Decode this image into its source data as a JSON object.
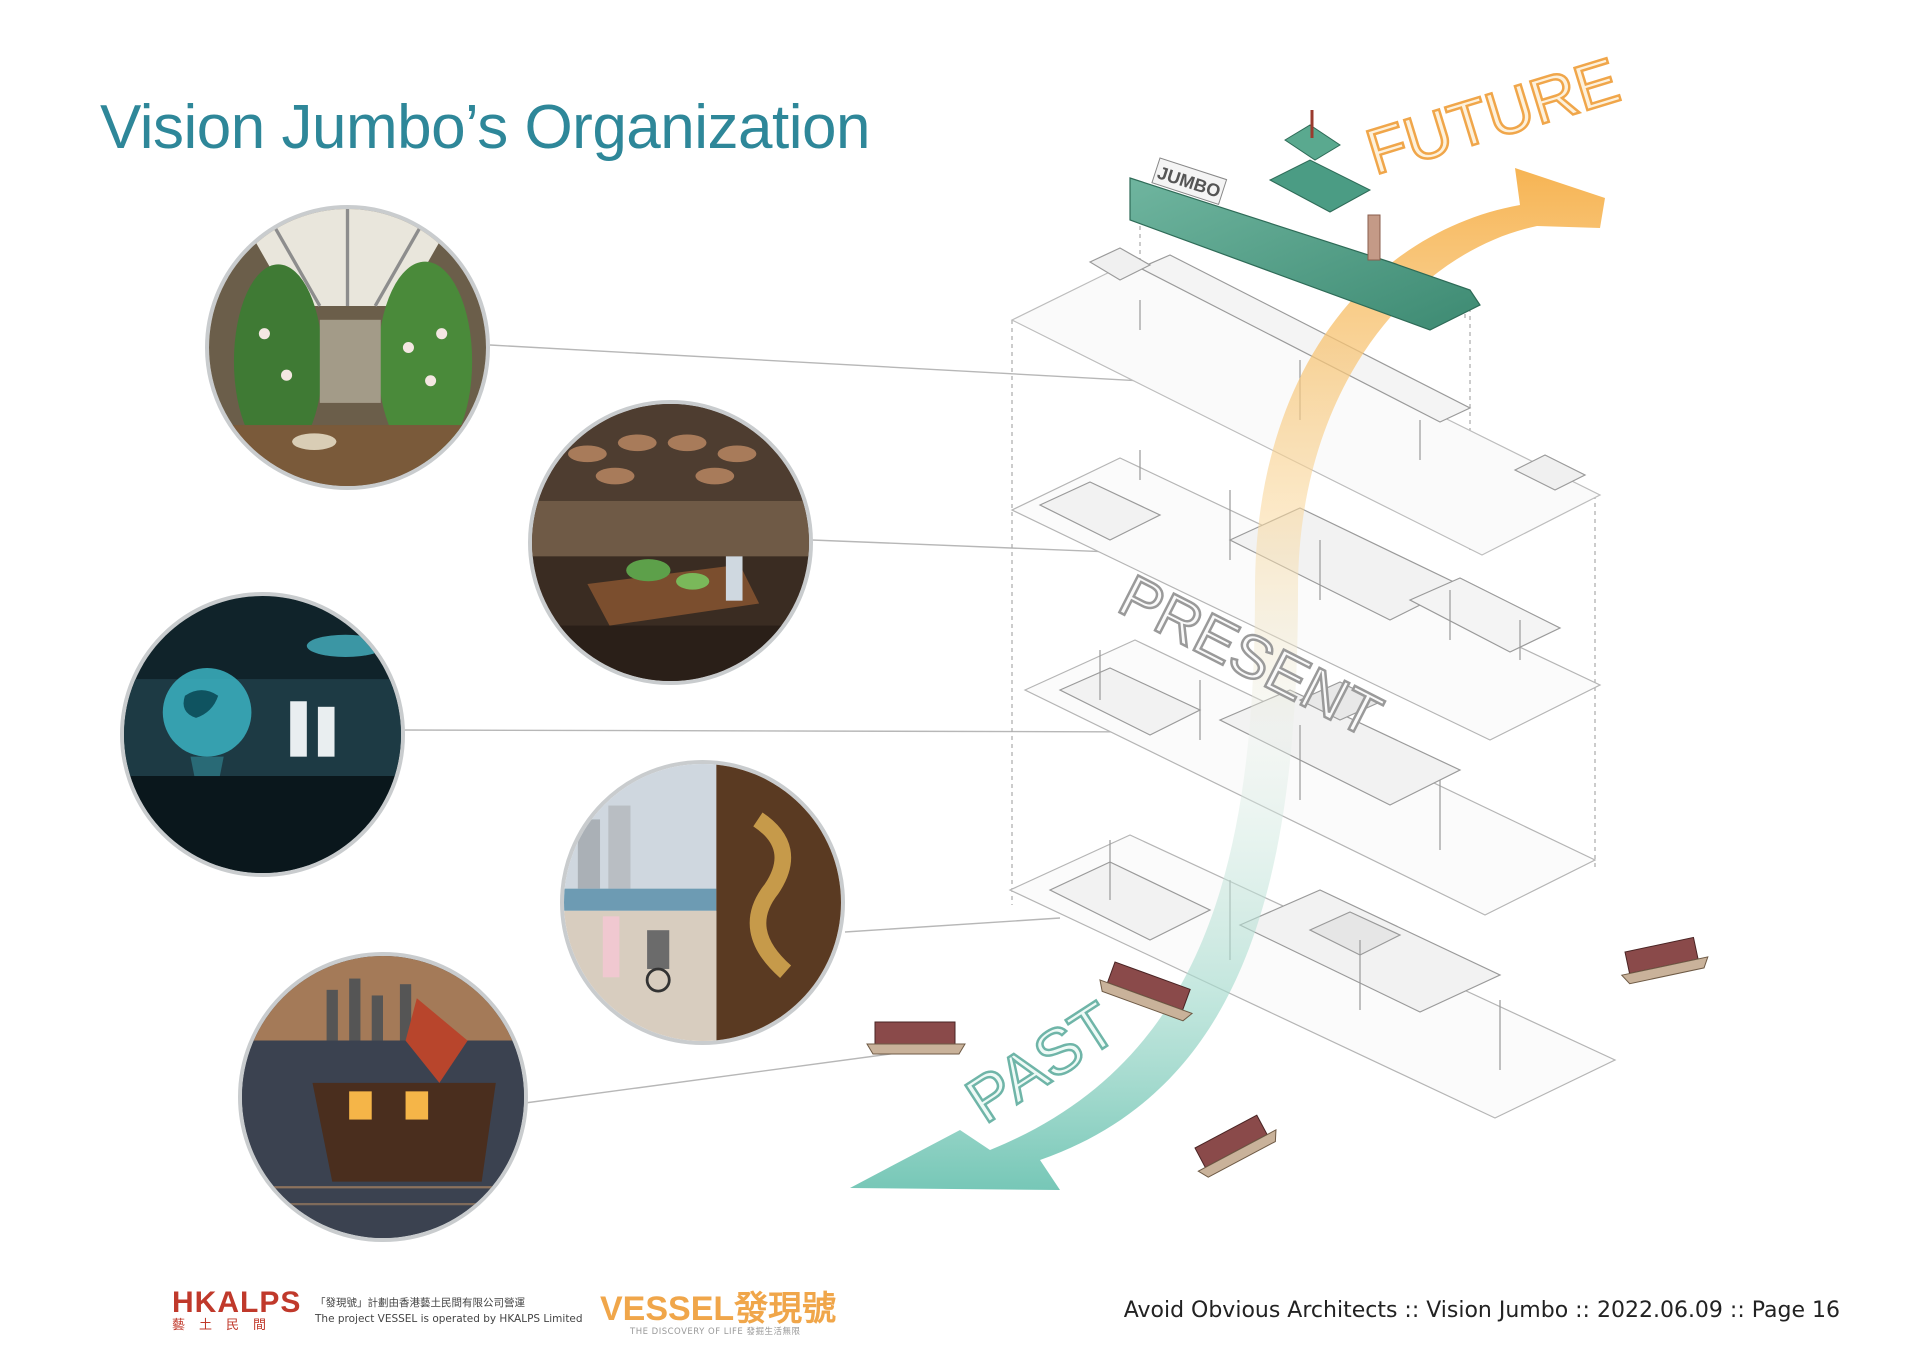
{
  "slide": {
    "title": "Vision Jumbo’s Organization"
  },
  "timeline": {
    "future": "FUTURE",
    "present": "PRESENT",
    "past": "PAST"
  },
  "boat": {
    "sign": "JUMBO"
  },
  "footer": {
    "hkalps": {
      "name": "HKALPS",
      "chinese": "藝土民間"
    },
    "operator_note": {
      "chinese": "「發現號」計劃由香港藝土民間有限公司營運",
      "english": "The project VESSEL is operated by HKALPS Limited"
    },
    "vessel": {
      "name": "VESSEL",
      "chinese": "發現號",
      "tagline": "THE DISCOVERY OF LIFE 發掘生活無限"
    },
    "credit": "Avoid Obvious Architects :: Vision Jumbo :: 2022.06.09 :: Page 16"
  },
  "colors": {
    "title": "#2e8799",
    "future_arrow": "#f6b04a",
    "past_arrow": "#6fc4b3",
    "accent_red": "#c0392b",
    "vessel_orange": "#f0a64a"
  }
}
